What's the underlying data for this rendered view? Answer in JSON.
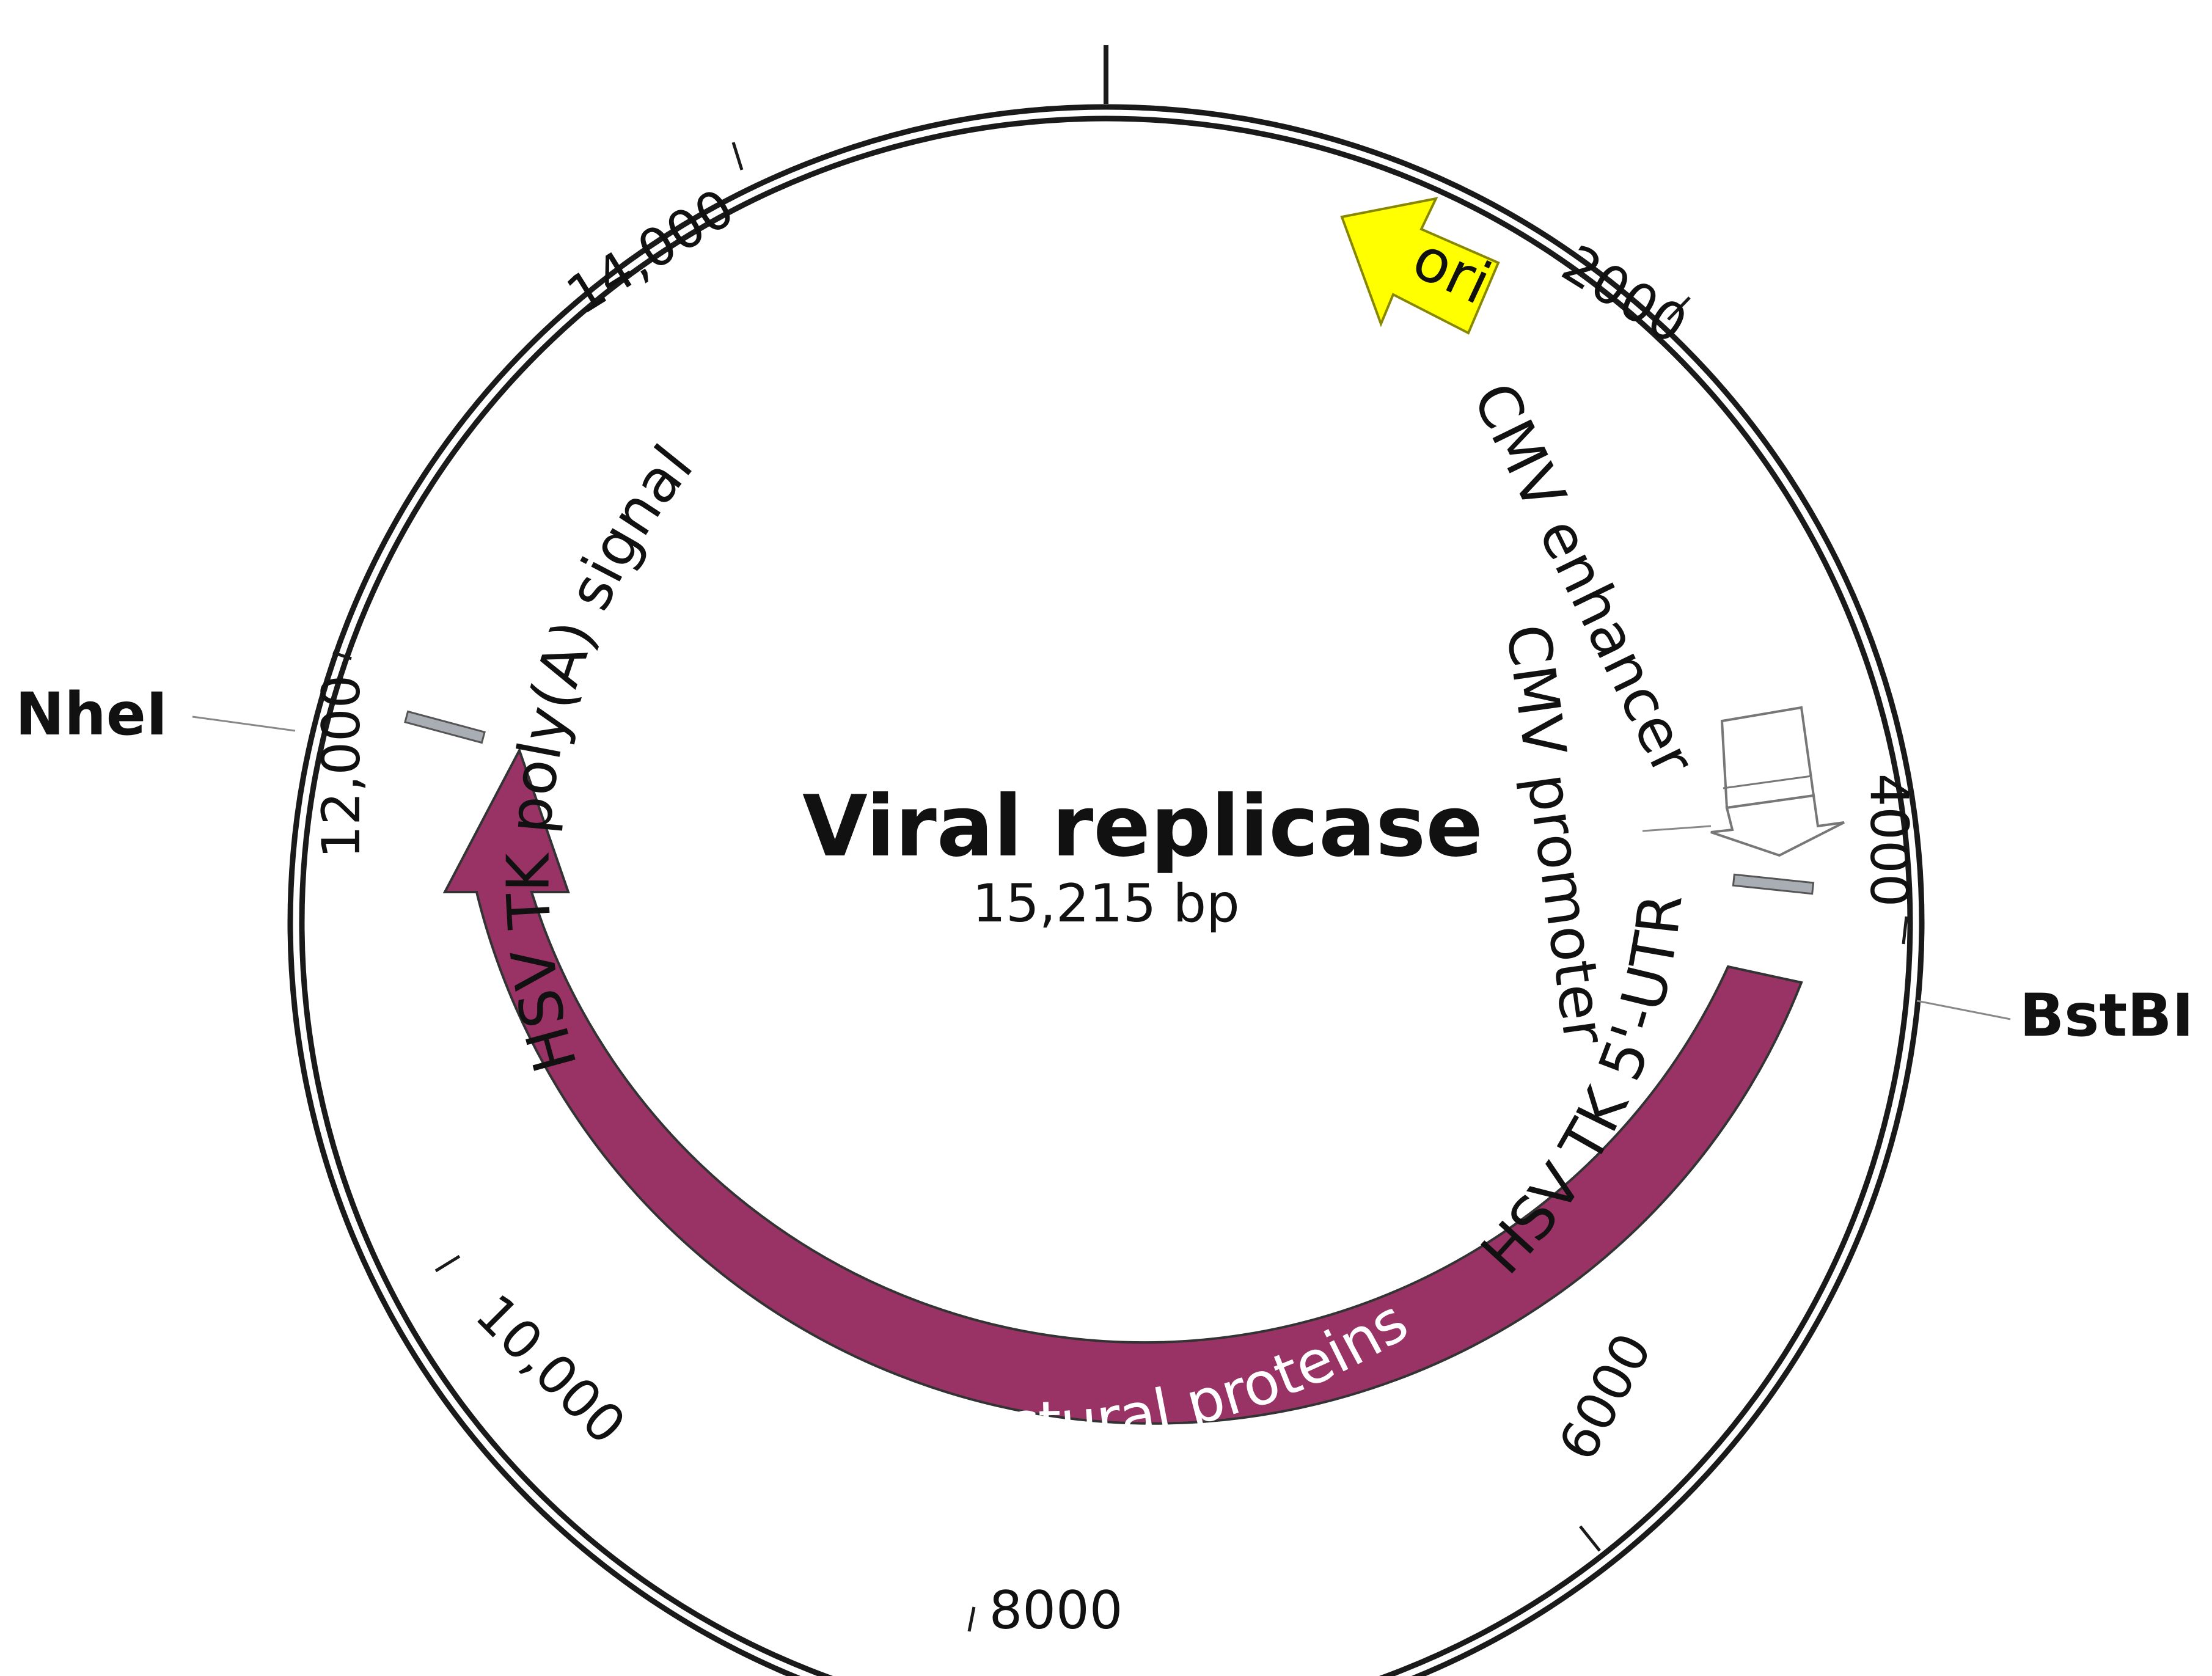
{
  "plasmid": {
    "name": "Viral replicase",
    "size_label": "15,215 bp",
    "total_bp": 15215
  },
  "colors": {
    "backbone": "#1a1a1a",
    "ori": "#ffff00",
    "nonstructural": "#993366",
    "site_mark": "#a9adb4",
    "leader": "#888888"
  },
  "ticks": [
    {
      "bp": 0,
      "label": ""
    },
    {
      "bp": 2000,
      "label": "2000"
    },
    {
      "bp": 4000,
      "label": "4000"
    },
    {
      "bp": 6000,
      "label": "6000"
    },
    {
      "bp": 8000,
      "label": "8000"
    },
    {
      "bp": 10000,
      "label": "10,000"
    },
    {
      "bp": 12000,
      "label": "12,000"
    },
    {
      "bp": 14000,
      "label": "14,000"
    }
  ],
  "features": {
    "ori": {
      "label": "ori",
      "direction": "reverse"
    },
    "cmv_enhancer": {
      "label": "CMV enhancer"
    },
    "cmv_promoter": {
      "label": "CMV promoter"
    },
    "hsv_tk_utr": {
      "label": "HSV TK 5'-UTR"
    },
    "nonstructural": {
      "label": "Viral nonstructural proteins",
      "direction": "forward"
    },
    "hsv_tk_polya": {
      "label": "HSV TK poly(A) signal"
    }
  },
  "restriction_sites": [
    {
      "name": "NheI"
    },
    {
      "name": "BstBI"
    }
  ]
}
